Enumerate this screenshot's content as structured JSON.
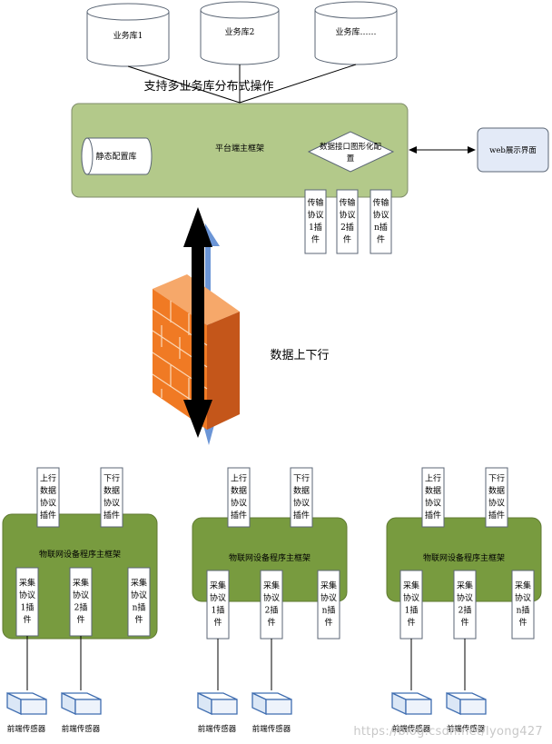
{
  "databases": [
    "业务库1",
    "业务库2",
    "业务库……"
  ],
  "distributed_label": "支持多业务库分布式操作",
  "platform": {
    "title": "平台端主框架",
    "static_config": "静态配置库",
    "data_interface_lines": [
      "数据接口图形化配",
      "置"
    ],
    "web_ui": "web展示界面",
    "plugins": [
      [
        "传输",
        "协议",
        "1插",
        "件"
      ],
      [
        "传输",
        "协议",
        "2插",
        "件"
      ],
      [
        "传输",
        "协议",
        "n插",
        "件"
      ]
    ]
  },
  "data_flow_label": "数据上下行",
  "iot": {
    "title": "物联网设备程序主框架",
    "uplink_plugin": [
      "上行",
      "数据",
      "协议",
      "插件"
    ],
    "downlink_plugin": [
      "下行",
      "数据",
      "协议",
      "插件"
    ],
    "collect_plugins": [
      [
        "采集",
        "协议",
        "1插",
        "件"
      ],
      [
        "采集",
        "协议",
        "2插",
        "件"
      ],
      [
        "采集",
        "协议",
        "n插",
        "件"
      ]
    ],
    "sensor_label": "前端传感器"
  },
  "watermark": "https://blog.csdn.net/lyong427",
  "colors": {
    "platform_fill": "#b3c98a",
    "iot_fill": "#789b3f",
    "firewall": "#f07a24",
    "arrow_blue": "#6b95d6",
    "sensor_stroke": "#3f6db0",
    "sensor_fill": "#dbe7f6"
  }
}
